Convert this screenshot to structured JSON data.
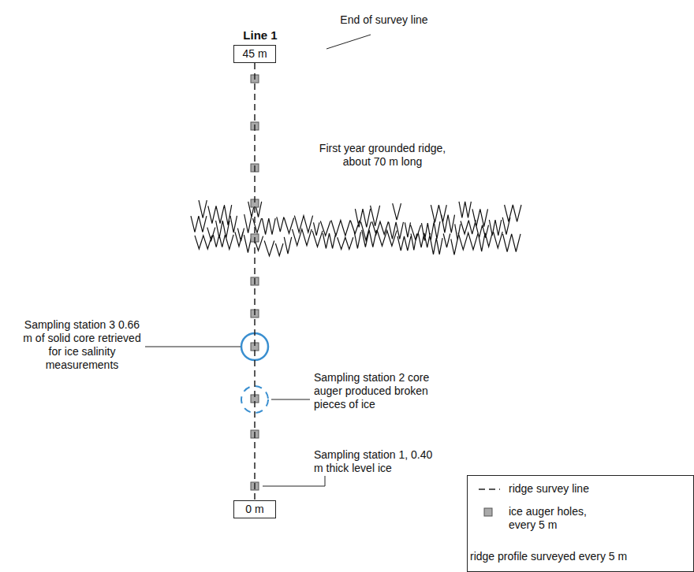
{
  "diagram": {
    "nodes": [
      {
        "text": [
          "45 m"
        ]
      },
      {
        "text": [
          "0 m"
        ]
      }
    ],
    "edges": [
      {
        "from": 0,
        "to": 1,
        "arrow": "none"
      }
    ],
    "labels": [
      "Line 1",
      "End of survey line",
      "First year grounded ridge, about 70 m long",
      "Sampling station 3 0.66 m of solid core retrieved for ice salinity measurements",
      "Sampling station 2 core auger produced broken pieces of ice",
      "Sampling station 1, 0.40 m thick level ice"
    ],
    "legend": [
      {
        "text": "ridge survey line"
      },
      {
        "text": "ice auger holes, every 5 m"
      },
      {
        "text": "ridge profile surveyed every 5 m"
      }
    ]
  }
}
